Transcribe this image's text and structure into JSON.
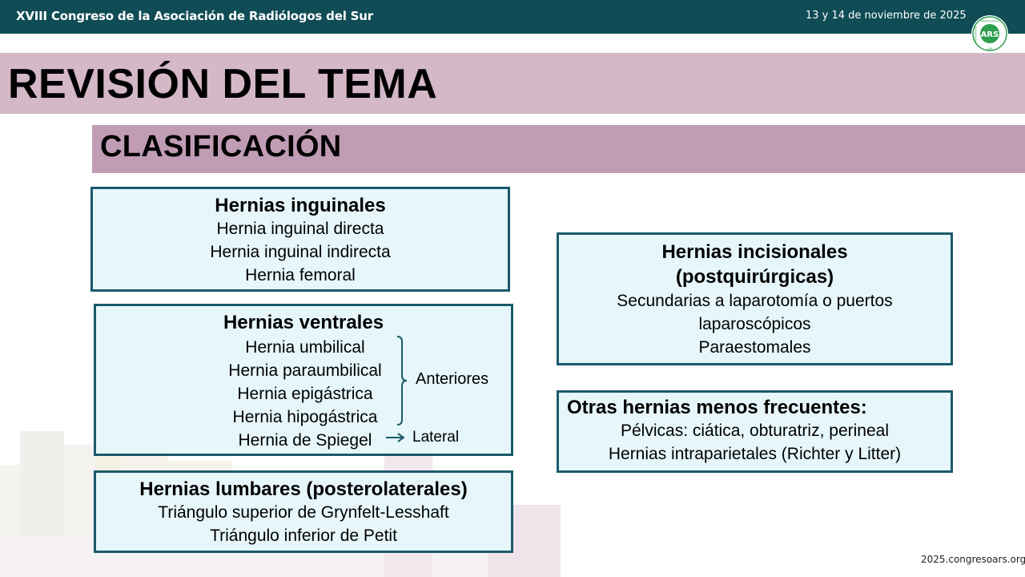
{
  "header": {
    "congress": "XVIII Congreso de la Asociación de Radiólogos del Sur",
    "date": "13 y 14 de noviembre de 2025",
    "logo": {
      "center_text": "ARS",
      "ring_top": "RADIOLOGOS",
      "ring_left": "ASOCIACION",
      "ring_bottom": "SUR",
      "color": "#2e9e4f"
    }
  },
  "title": "REVISIÓN DEL TEMA",
  "subtitle": "CLASIFICACIÓN",
  "inguinal": {
    "heading": "Hernias inguinales",
    "items": [
      "Hernia inguinal directa",
      "Hernia inguinal indirecta",
      "Hernia femoral"
    ]
  },
  "ventral": {
    "heading": "Hernias ventrales",
    "items": [
      "Hernia umbilical",
      "Hernia paraumbilical",
      "Hernia epigástrica",
      "Hernia hipogástrica",
      "Hernia de Spiegel"
    ],
    "anterior_label": "Anteriores",
    "lateral_label": "Lateral"
  },
  "lumbar": {
    "heading": "Hernias lumbares (posterolaterales)",
    "items": [
      "Triángulo superior de Grynfelt-Lesshaft",
      "Triángulo inferior de Petit"
    ]
  },
  "incisional": {
    "heading_line1": "Hernias incisionales",
    "heading_line2": "(postquirúrgicas)",
    "items": [
      "Secundarias a laparotomía o puertos",
      "laparoscópicos",
      "Paraestomales"
    ]
  },
  "other": {
    "heading": "Otras hernias menos frecuentes:",
    "items": [
      "Pélvicas: ciática, obturatriz, perineal",
      "Hernias intraparietales (Richter y Litter)"
    ]
  },
  "footer": {
    "url": "2025.congresoars.org"
  },
  "colors": {
    "header_bg": "#0f4c55",
    "title_band": "#d4b8c8",
    "subtitle_band": "#c09db4",
    "box_bg": "#e6f6fa",
    "box_border": "#1b5a6b"
  }
}
